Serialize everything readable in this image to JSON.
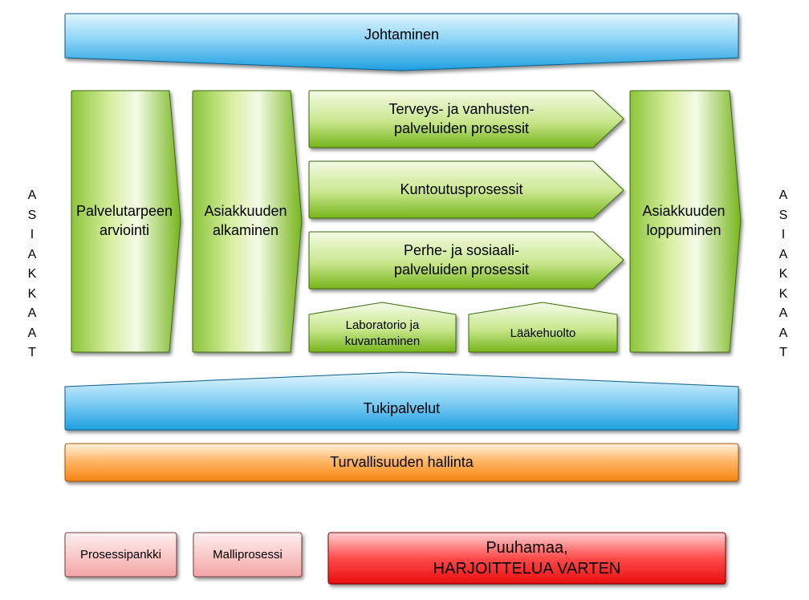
{
  "management": {
    "label": "Johtaminen"
  },
  "clients_left": {
    "letters": [
      "A",
      "S",
      "I",
      "A",
      "K",
      "K",
      "A",
      "A",
      "T"
    ]
  },
  "clients_right": {
    "letters": [
      "A",
      "S",
      "I",
      "A",
      "K",
      "K",
      "A",
      "A",
      "T"
    ]
  },
  "stages": {
    "assessment": "Palvelutarpeen\narviointi",
    "start": "Asiakkuuden\nalkaminen",
    "end": "Asiakkuuden\nloppuminen"
  },
  "processes": {
    "health": "Terveys- ja vanhusten-\npalveluiden prosessit",
    "rehab": "Kuntoutusprosessit",
    "family": "Perhe- ja sosiaali-\npalveluiden prosessit",
    "lab": "Laboratorio ja\nkuvantaminen",
    "pharmacy": "Lääkehuolto"
  },
  "support": {
    "label": "Tukipalvelut"
  },
  "security": {
    "label": "Turvallisuuden hallinta"
  },
  "bottom": {
    "bank": "Prosessipankki",
    "model": "Malliprosessi",
    "sandbox": "Puuhamaa,\nHARJOITTELUA VARTEN"
  },
  "colors": {
    "blue_light": "#e2f6ff",
    "blue_dark": "#1e9fe0",
    "green_light": "#f3fbe6",
    "green_dark": "#76b51b",
    "orange_light": "#fff1dc",
    "orange_dark": "#f58410",
    "pink_light": "#fff0f0",
    "pink_dark": "#f3a4a4",
    "red_light": "#ffd0d0",
    "red_dark": "#e80e0e"
  }
}
